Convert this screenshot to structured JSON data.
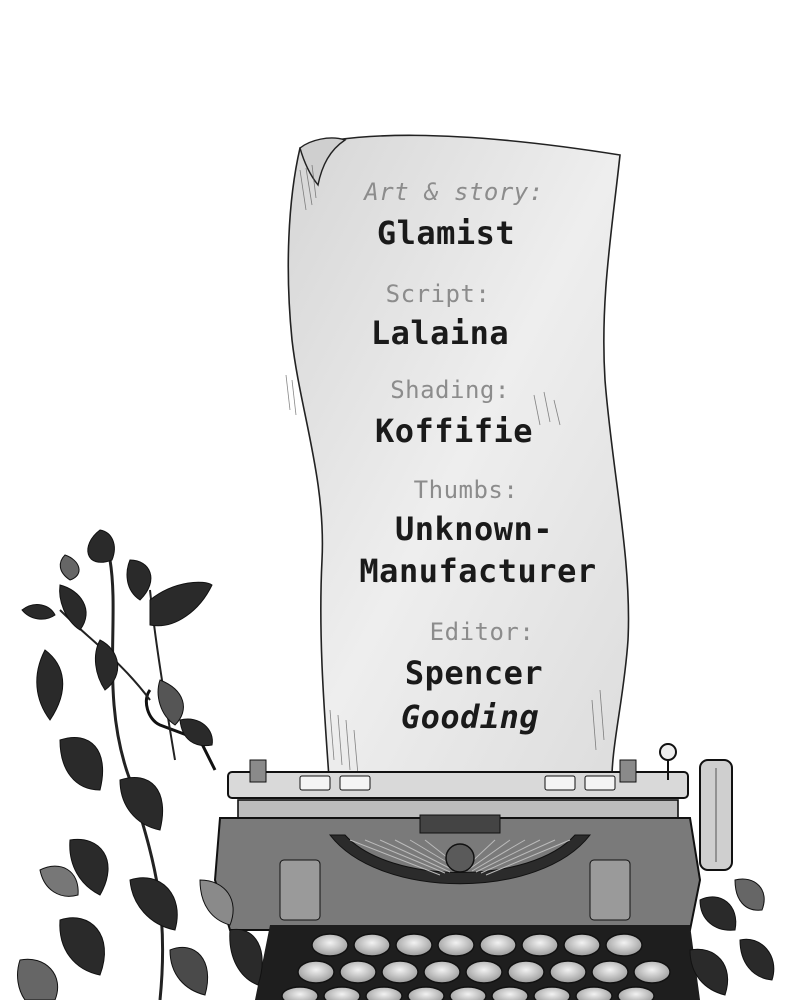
{
  "credits": [
    {
      "role": "Art & story:",
      "names": [
        "Glamist"
      ]
    },
    {
      "role": "Script:",
      "names": [
        "Lalaina"
      ]
    },
    {
      "role": "Shading:",
      "names": [
        "Koffifie"
      ]
    },
    {
      "role": "Thumbs:",
      "names": [
        "Unknown-",
        "Manufacturer"
      ]
    },
    {
      "role": "Editor:",
      "names": [
        "Spencer",
        "Gooding"
      ]
    }
  ],
  "palette": {
    "ink": "#1a1a1a",
    "label_grey": "#8c8c8c",
    "paper": "#e9e9e9",
    "leaf": "#2a2a2a"
  }
}
